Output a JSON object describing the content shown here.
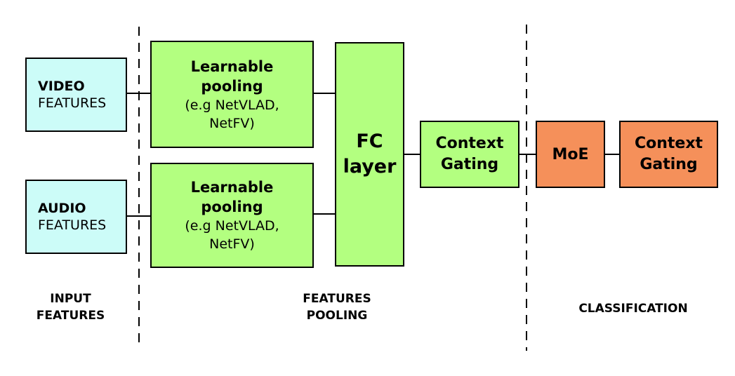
{
  "inputs": {
    "video": {
      "bold": "VIDEO",
      "normal": "FEATURES"
    },
    "audio": {
      "bold": "AUDIO",
      "normal": "FEATURES"
    }
  },
  "pooling": {
    "top": {
      "title1": "Learnable",
      "title2": "pooling",
      "note1": "(e.g NetVLAD,",
      "note2": "NetFV)"
    },
    "bottom": {
      "title1": "Learnable",
      "title2": "pooling",
      "note1": "(e.g NetVLAD,",
      "note2": "NetFV)"
    }
  },
  "fc": {
    "line1": "FC",
    "line2": "layer"
  },
  "context_gating_1": {
    "line1": "Context",
    "line2": "Gating"
  },
  "moe": {
    "label": "MoE"
  },
  "context_gating_2": {
    "line1": "Context",
    "line2": "Gating"
  },
  "sections": {
    "input": {
      "line1": "INPUT",
      "line2": "FEATURES"
    },
    "pooling": {
      "line1": "FEATURES",
      "line2": "POOLING"
    },
    "classification": {
      "line1": "CLASSIFICATION"
    }
  },
  "colors": {
    "input_fill": "#ccfcf8",
    "pooling_fill": "#b3ff80",
    "classification_fill": "#f5905a"
  }
}
